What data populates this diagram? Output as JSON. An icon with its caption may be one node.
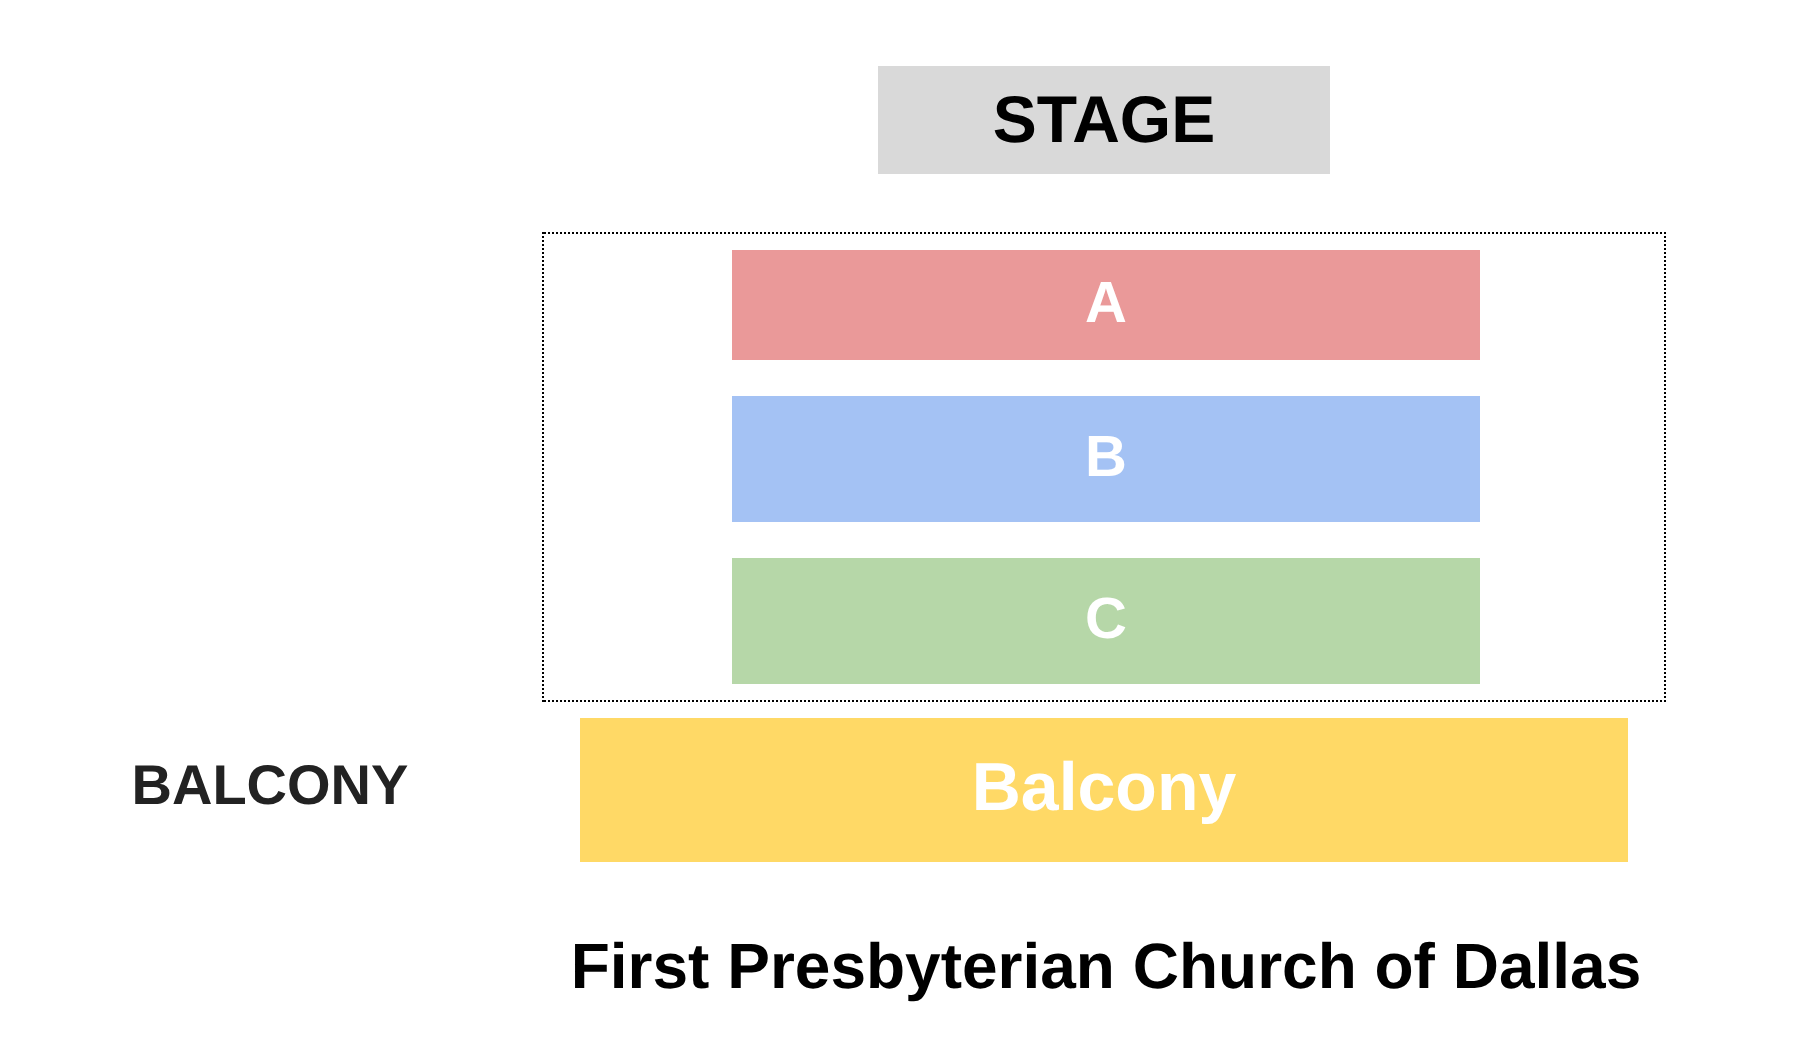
{
  "diagram": {
    "caption": "First Presbyterian Church of Dallas",
    "nodes": [
      {
        "text": [
          "STAGE"
        ]
      },
      {
        "text": [],
        "shape": "box"
      },
      {
        "text": [
          "A"
        ],
        "in": 1
      },
      {
        "text": [
          "B"
        ],
        "in": 1
      },
      {
        "text": [
          "C"
        ],
        "in": 1
      },
      {
        "text": [
          "Balcony"
        ],
        "beside": [
          "BALCONY"
        ]
      }
    ],
    "edges": []
  }
}
